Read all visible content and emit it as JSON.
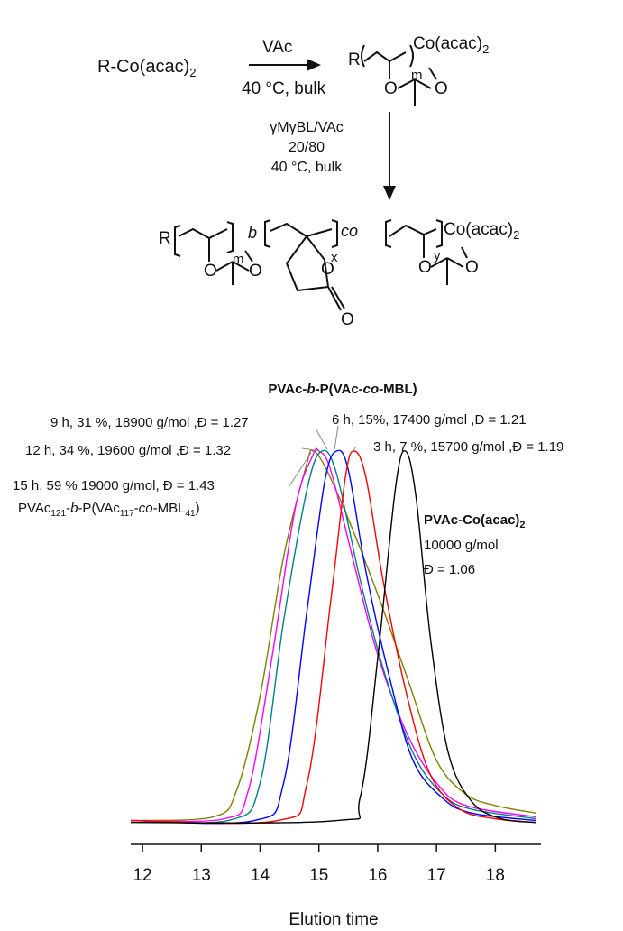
{
  "scheme": {
    "reactant": "R-Co(acac)",
    "reactant_sub": "2",
    "step1_reagent": "VAc",
    "step1_conditions": "40 °C, bulk",
    "product1_R": "R",
    "product1_end": "Co(acac)",
    "product1_end_sub": "2",
    "product1_m": "m",
    "step2_reagent": "γMγBL/VAc",
    "step2_ratio": "20/80",
    "step2_conditions": "40 °C, bulk",
    "product2_R": "R",
    "product2_m": "m",
    "product2_b": "b",
    "product2_x": "x",
    "product2_co": "co",
    "product2_y": "y",
    "product2_end": "Co(acac)",
    "product2_end_sub": "2"
  },
  "chart_data": {
    "type": "line",
    "title": "PVAc-b-P(VAc-co-MBL)",
    "xlabel": "Elution time",
    "xlim": [
      11.8,
      18.7
    ],
    "ylim": [
      0,
      1
    ],
    "x_ticks": [
      12,
      13,
      14,
      15,
      16,
      17,
      18
    ],
    "grid": false,
    "legend": "annotations",
    "series": [
      {
        "name": "15 h, 59 % 19000 g/mol, Đ = 1.43",
        "label_line2": "PVAc121-b-P(VAc117-co-MBL41)",
        "color": "#808000",
        "points": [
          [
            11.8,
            0.02
          ],
          [
            13.2,
            0.03
          ],
          [
            13.6,
            0.1
          ],
          [
            14.0,
            0.35
          ],
          [
            14.4,
            0.72
          ],
          [
            14.8,
            0.97
          ],
          [
            14.9,
            1.0
          ],
          [
            15.1,
            0.96
          ],
          [
            15.5,
            0.82
          ],
          [
            16.0,
            0.62
          ],
          [
            16.5,
            0.4
          ],
          [
            17.0,
            0.18
          ],
          [
            17.5,
            0.09
          ],
          [
            18.0,
            0.06
          ],
          [
            18.7,
            0.04
          ]
        ]
      },
      {
        "name": "12 h, 34 %, 19600 g/mol ,Đ = 1.32",
        "color": "#ff00ff",
        "points": [
          [
            11.8,
            0.02
          ],
          [
            13.4,
            0.025
          ],
          [
            13.8,
            0.1
          ],
          [
            14.2,
            0.45
          ],
          [
            14.6,
            0.85
          ],
          [
            14.9,
            0.99
          ],
          [
            15.0,
            1.0
          ],
          [
            15.2,
            0.95
          ],
          [
            15.6,
            0.7
          ],
          [
            16.0,
            0.46
          ],
          [
            16.5,
            0.25
          ],
          [
            17.0,
            0.12
          ],
          [
            17.5,
            0.06
          ],
          [
            18.7,
            0.03
          ]
        ]
      },
      {
        "name": "9 h, 31 %, 18900 g/mol ,Đ = 1.27",
        "color": "#008080",
        "points": [
          [
            11.8,
            0.02
          ],
          [
            13.5,
            0.022
          ],
          [
            14.0,
            0.12
          ],
          [
            14.4,
            0.55
          ],
          [
            14.8,
            0.9
          ],
          [
            15.05,
            1.0
          ],
          [
            15.3,
            0.94
          ],
          [
            15.7,
            0.66
          ],
          [
            16.1,
            0.42
          ],
          [
            16.6,
            0.2
          ],
          [
            17.1,
            0.09
          ],
          [
            17.6,
            0.05
          ],
          [
            18.7,
            0.025
          ]
        ]
      },
      {
        "name": "6 h, 15%,  17400 g/mol ,Đ = 1.21",
        "color": "#0000ff",
        "points": [
          [
            11.8,
            0.02
          ],
          [
            13.9,
            0.02
          ],
          [
            14.4,
            0.12
          ],
          [
            14.8,
            0.58
          ],
          [
            15.1,
            0.92
          ],
          [
            15.3,
            1.0
          ],
          [
            15.5,
            0.95
          ],
          [
            15.8,
            0.68
          ],
          [
            16.2,
            0.4
          ],
          [
            16.6,
            0.18
          ],
          [
            17.1,
            0.08
          ],
          [
            17.6,
            0.04
          ],
          [
            18.7,
            0.02
          ]
        ]
      },
      {
        "name": "3 h, 7 %, 15700 g/mol ,Đ = 1.19",
        "color": "#ff0000",
        "points": [
          [
            11.8,
            0.02
          ],
          [
            14.3,
            0.02
          ],
          [
            14.8,
            0.12
          ],
          [
            15.2,
            0.6
          ],
          [
            15.45,
            0.93
          ],
          [
            15.6,
            1.0
          ],
          [
            15.8,
            0.93
          ],
          [
            16.1,
            0.65
          ],
          [
            16.5,
            0.35
          ],
          [
            16.9,
            0.14
          ],
          [
            17.4,
            0.05
          ],
          [
            18.0,
            0.025
          ],
          [
            18.7,
            0.015
          ]
        ]
      },
      {
        "name": "PVAc-Co(acac)2",
        "label_line2": "10000 g/mol",
        "label_line3": "Đ = 1.06",
        "color": "#000000",
        "points": [
          [
            11.8,
            0.015
          ],
          [
            15.3,
            0.02
          ],
          [
            15.7,
            0.08
          ],
          [
            16.0,
            0.45
          ],
          [
            16.3,
            0.9
          ],
          [
            16.47,
            1.0
          ],
          [
            16.65,
            0.88
          ],
          [
            16.9,
            0.5
          ],
          [
            17.2,
            0.2
          ],
          [
            17.6,
            0.07
          ],
          [
            18.1,
            0.025
          ],
          [
            18.7,
            0.015
          ]
        ]
      }
    ]
  }
}
